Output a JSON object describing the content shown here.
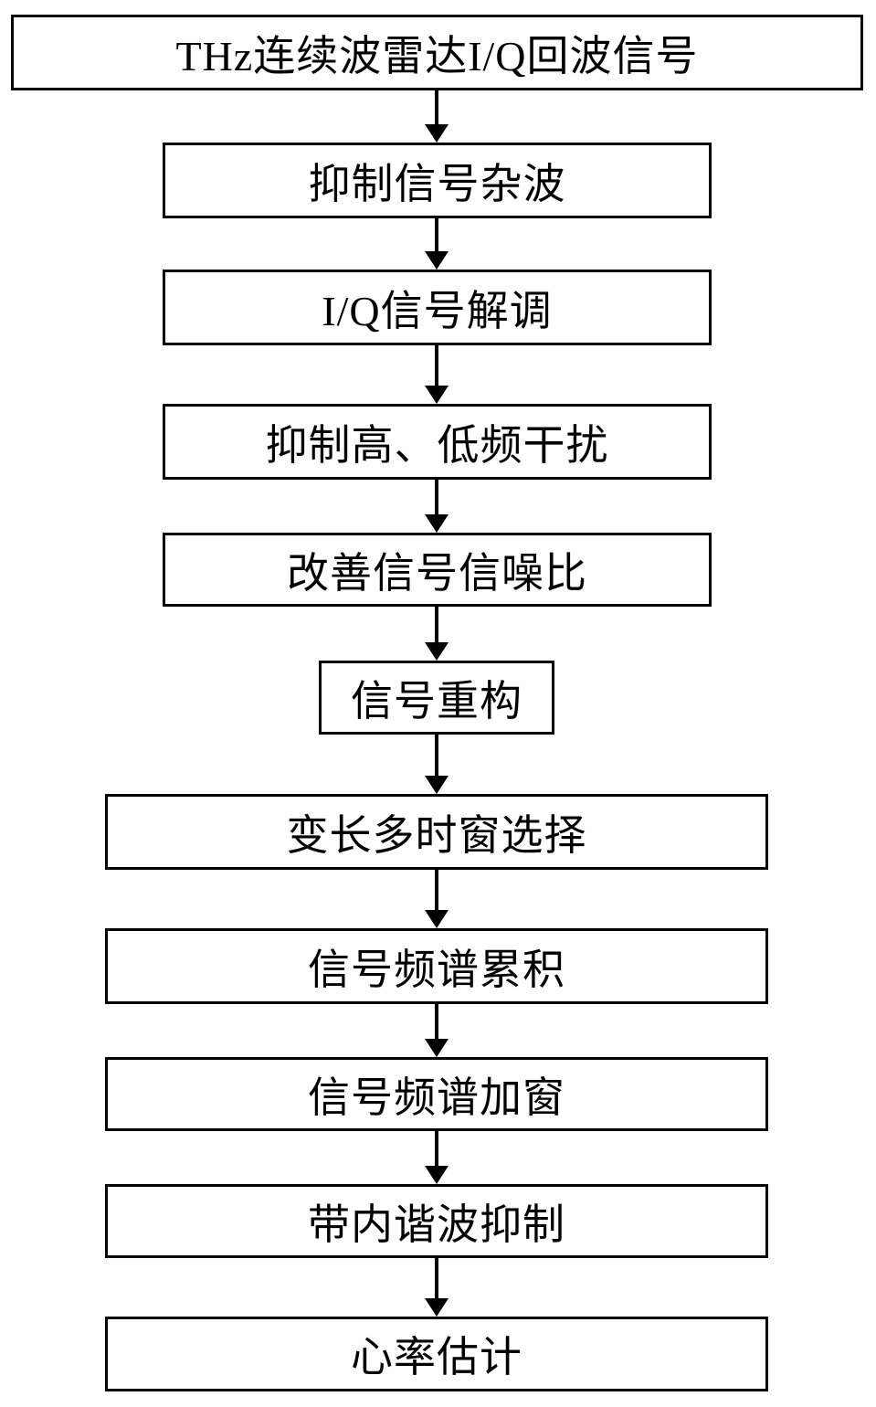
{
  "flowchart": {
    "nodes": [
      {
        "label": "THz连续波雷达I/Q回波信号"
      },
      {
        "label": "抑制信号杂波"
      },
      {
        "label": "I/Q信号解调"
      },
      {
        "label": "抑制高、低频干扰"
      },
      {
        "label": "改善信号信噪比"
      },
      {
        "label": "信号重构"
      },
      {
        "label": "变长多时窗选择"
      },
      {
        "label": "信号频谱累积"
      },
      {
        "label": "信号频谱加窗"
      },
      {
        "label": "带内谐波抑制"
      },
      {
        "label": "心率估计"
      }
    ],
    "colors": {
      "border": "#000000",
      "background": "#ffffff",
      "text": "#000000"
    }
  }
}
